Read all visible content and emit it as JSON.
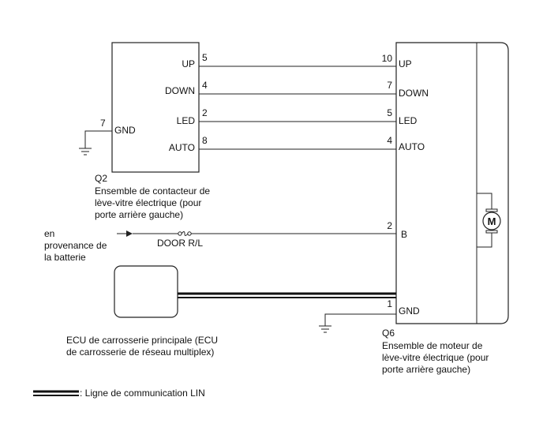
{
  "switch": {
    "ref": "Q2",
    "desc": [
      "Ensemble de contacteur de",
      "lève-vitre électrique (pour",
      "porte arrière  gauche)"
    ],
    "pins": [
      {
        "label": "UP",
        "num": "5"
      },
      {
        "label": "DOWN",
        "num": "4"
      },
      {
        "label": "LED",
        "num": "2"
      },
      {
        "label": "AUTO",
        "num": "8"
      }
    ],
    "gnd": {
      "label": "GND",
      "num": "7"
    }
  },
  "motor": {
    "ref": "Q6",
    "desc": [
      "Ensemble de moteur de",
      "lève-vitre électrique (pour",
      "porte arrière  gauche)"
    ],
    "pins": [
      {
        "label": "UP",
        "num": "10"
      },
      {
        "label": "DOWN",
        "num": "7"
      },
      {
        "label": "LED",
        "num": "5"
      },
      {
        "label": "AUTO",
        "num": "4"
      }
    ],
    "b": {
      "label": "B",
      "num": "2"
    },
    "gnd": {
      "label": "GND",
      "num": "1"
    },
    "motor_symbol": "M"
  },
  "battery": {
    "label": [
      "en",
      "provenance de",
      "la batterie"
    ],
    "fuse": "DOOR R/L"
  },
  "ecu": {
    "label": [
      "ECU de carrosserie principale (ECU",
      "de carrosserie de réseau multiplex)"
    ]
  },
  "legend": {
    "text": ": Ligne de communication LIN"
  }
}
